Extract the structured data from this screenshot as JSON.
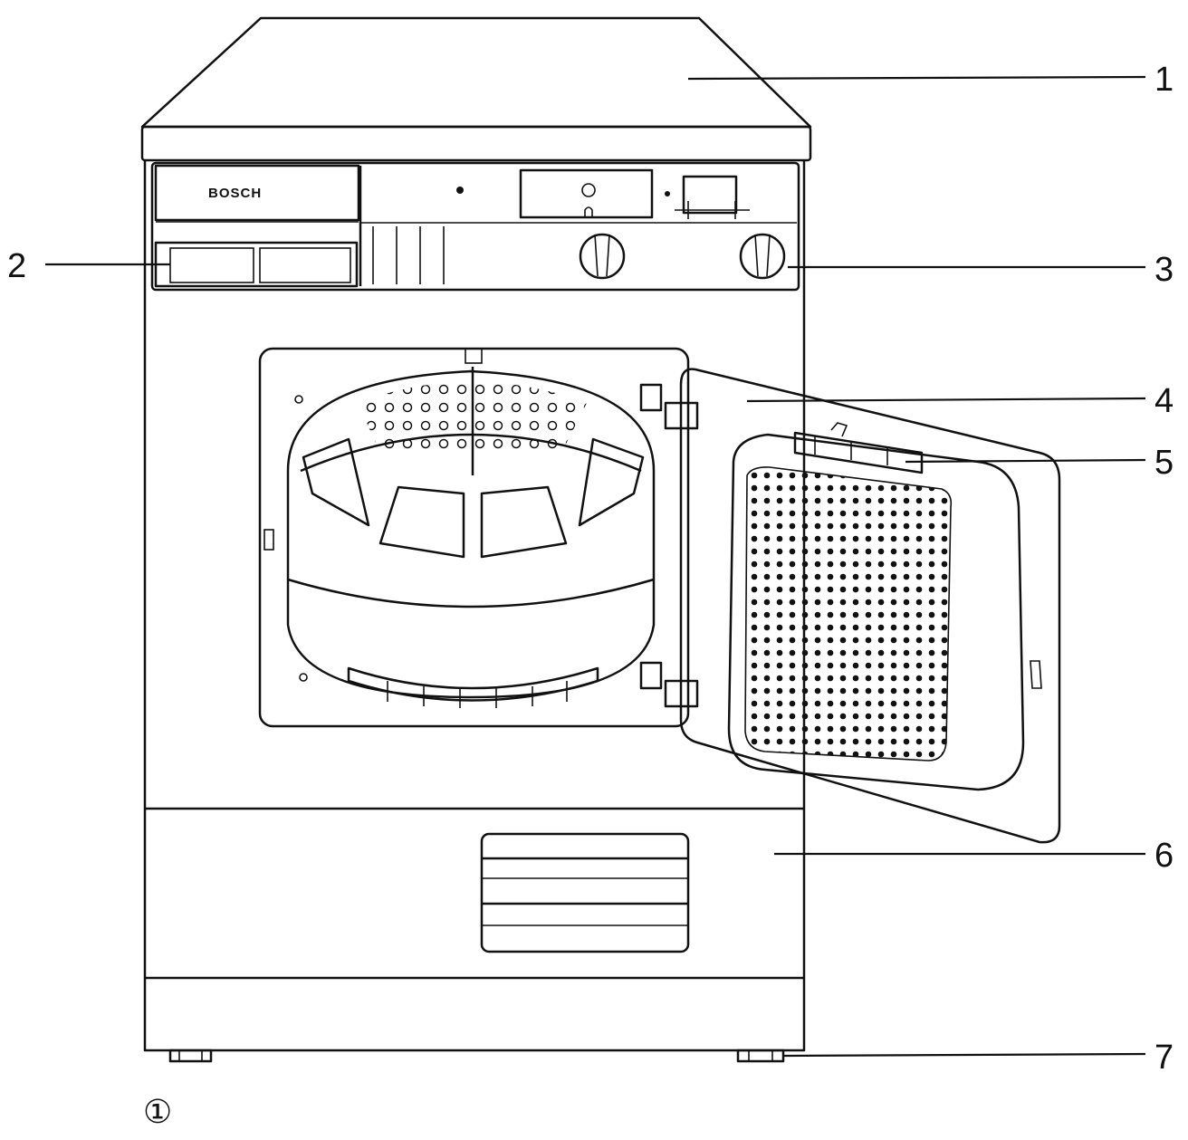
{
  "brand": "BOSCH",
  "figure_number": "①",
  "callouts": [
    {
      "id": "1",
      "label": "1"
    },
    {
      "id": "2",
      "label": "2"
    },
    {
      "id": "3",
      "label": "3"
    },
    {
      "id": "4",
      "label": "4"
    },
    {
      "id": "5",
      "label": "5"
    },
    {
      "id": "6",
      "label": "6"
    },
    {
      "id": "7",
      "label": "7"
    }
  ]
}
